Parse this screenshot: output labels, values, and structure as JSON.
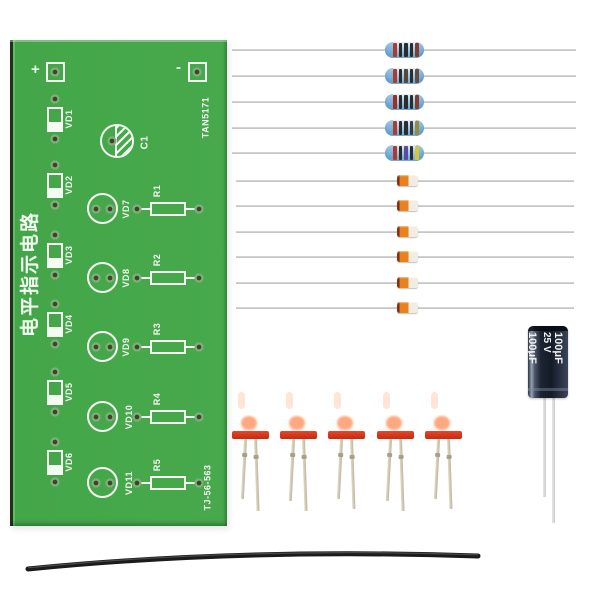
{
  "scene": {
    "background": "#ffffff",
    "description": "electronic DIY kit photo: PCB, resistors, diodes, LEDs, capacitor, wire"
  },
  "pcb": {
    "color": "#43a648",
    "silkscreen_color": "#f4fbf2",
    "title": "电平指示电路",
    "part_number_top": "TAN5171",
    "part_number_bottom": "TJ-56-563",
    "plus_label": "+",
    "minus_label": "-",
    "cap_footprint_label": "C1",
    "diode_footprints": [
      {
        "label": "VD1"
      },
      {
        "label": "VD2"
      },
      {
        "label": "VD3"
      },
      {
        "label": "VD4"
      },
      {
        "label": "VD5"
      },
      {
        "label": "VD6"
      }
    ],
    "led_footprints": [
      {
        "label": "VD7"
      },
      {
        "label": "VD8"
      },
      {
        "label": "VD9"
      },
      {
        "label": "VD10"
      },
      {
        "label": "VD11"
      }
    ],
    "resistor_footprints": [
      {
        "label": "R1"
      },
      {
        "label": "R2"
      },
      {
        "label": "R3"
      },
      {
        "label": "R4"
      },
      {
        "label": "R5"
      }
    ]
  },
  "components": {
    "resistors": {
      "count": 5,
      "body_color": "#a9d4ee",
      "bands": [
        [
          "#b03a2e",
          "#2c2c2c",
          "#2c2c2c",
          "#2c2c2c",
          "#8a3b2a"
        ],
        [
          "#b03a2e",
          "#2c2c2c",
          "#5a4632",
          "#2c2c2c",
          "#6b4a3a"
        ],
        [
          "#a12d25",
          "#2c2c2c",
          "#2c2c2c",
          "#2c2c2c",
          "#8a3b2a"
        ],
        [
          "#b03a2e",
          "#2c2c2c",
          "#2c2c2c",
          "#3a3a3a",
          "#9a8a3a"
        ],
        [
          "#b03a2e",
          "#2c2c2c",
          "#5a4aa0",
          "#2c2c2c",
          "#d4c83a"
        ]
      ]
    },
    "diodes": {
      "count": 6,
      "glass_color": "#e8821c",
      "band_color": "#7a2a12"
    },
    "leds": {
      "count": 5,
      "color": "#e63c1e"
    },
    "capacitor": {
      "value": "100μF",
      "voltage": "25 V",
      "body_color": "#1d2532"
    },
    "wire": {
      "color": "#1b1b1b"
    }
  }
}
